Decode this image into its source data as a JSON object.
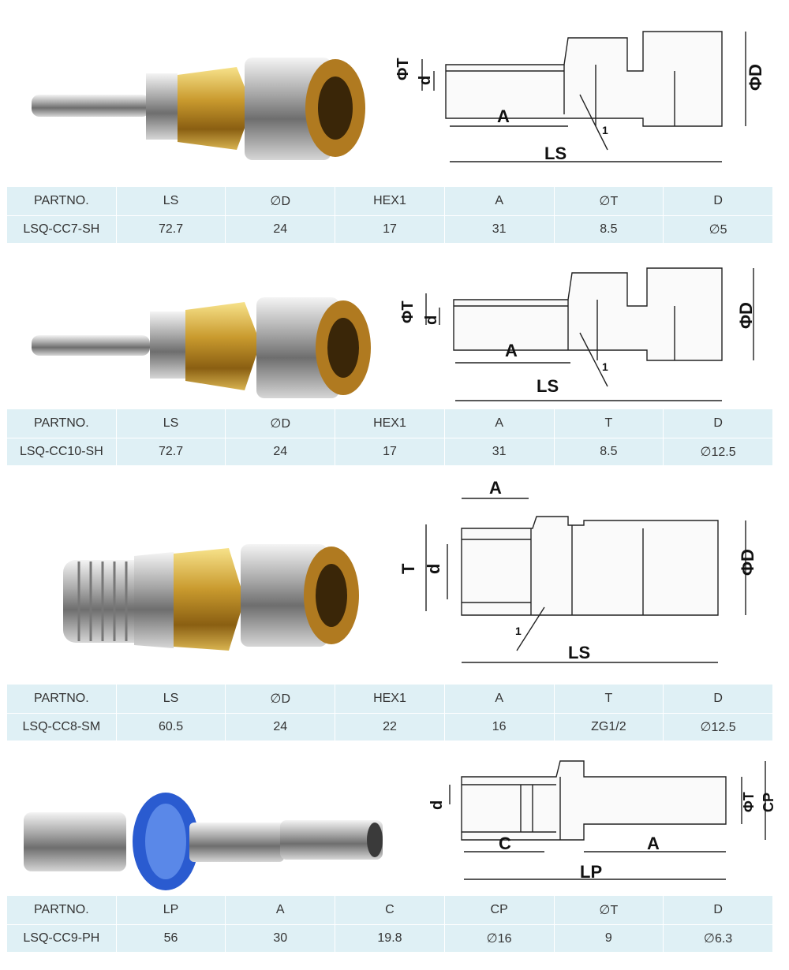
{
  "sections": [
    {
      "headers": [
        "PARTNO.",
        "LS",
        "∅D",
        "HEX1",
        "A",
        "∅T",
        "D"
      ],
      "row": [
        "LSQ-CC7-SH",
        "72.7",
        "24",
        "17",
        "31",
        "8.5",
        "∅5"
      ],
      "dims": {
        "phiT": "ΦT",
        "d": "d",
        "A": "A",
        "LS": "LS",
        "phiD": "ΦD",
        "one": "1"
      }
    },
    {
      "headers": [
        "PARTNO.",
        "LS",
        "∅D",
        "HEX1",
        "A",
        "T",
        "D"
      ],
      "row": [
        "LSQ-CC10-SH",
        "72.7",
        "24",
        "17",
        "31",
        "8.5",
        "∅12.5"
      ],
      "dims": {
        "phiT": "ΦT",
        "d": "d",
        "A": "A",
        "LS": "LS",
        "phiD": "ΦD",
        "one": "1"
      }
    },
    {
      "headers": [
        "PARTNO.",
        "LS",
        "∅D",
        "HEX1",
        "A",
        "T",
        "D"
      ],
      "row": [
        "LSQ-CC8-SM",
        "60.5",
        "24",
        "22",
        "16",
        "ZG1/2",
        "∅12.5"
      ],
      "dims": {
        "T": "T",
        "d": "d",
        "A": "A",
        "LS": "LS",
        "phiD": "ΦD",
        "one": "1"
      }
    },
    {
      "headers": [
        "PARTNO.",
        "LP",
        "A",
        "C",
        "CP",
        "∅T",
        "D"
      ],
      "row": [
        "LSQ-CC9-PH",
        "56",
        "30",
        "19.8",
        "∅16",
        "9",
        "∅6.3"
      ],
      "dims": {
        "d": "d",
        "C": "C",
        "A": "A",
        "LP": "LP",
        "phiT": "ΦT",
        "CP": "CP"
      }
    }
  ]
}
